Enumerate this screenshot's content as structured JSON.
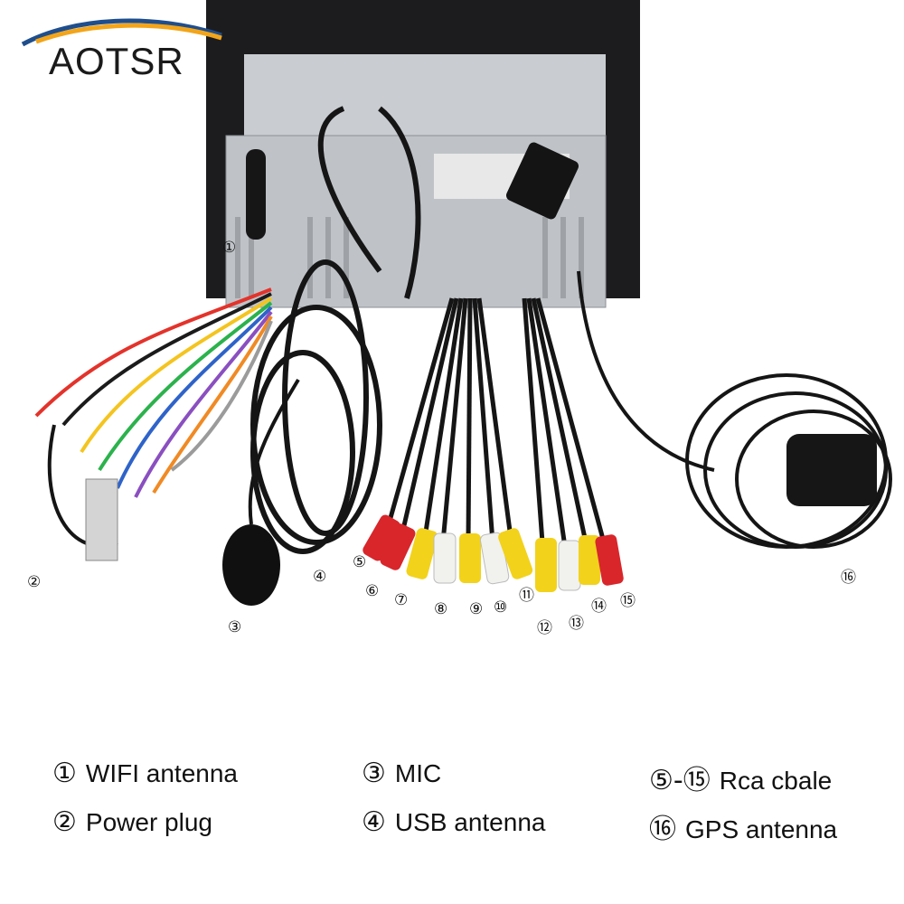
{
  "brand": {
    "name": "AOTSR",
    "swoosh_color": "#f2a51a",
    "swoosh_dark": "#1f4e8c"
  },
  "callouts": [
    "①",
    "②",
    "③",
    "④",
    "⑤",
    "⑥",
    "⑦",
    "⑧",
    "⑨",
    "⑩",
    "⑪",
    "⑫",
    "⑬",
    "⑭",
    "⑮",
    "⑯"
  ],
  "legend": [
    {
      "num": "①",
      "label": "WIFI antenna"
    },
    {
      "num": "②",
      "label": "Power plug"
    },
    {
      "num": "③",
      "label": "MIC"
    },
    {
      "num": "④",
      "label": "USB antenna"
    },
    {
      "num": "⑤-⑮",
      "label": "Rca cbale"
    },
    {
      "num": "⑯",
      "label": "GPS antenna"
    }
  ],
  "colors": {
    "rca_red": "#d8262b",
    "rca_white": "#f1f1ee",
    "rca_yellow": "#f2d21b",
    "chassis": "#cfd2d6",
    "cable": "#151515"
  }
}
